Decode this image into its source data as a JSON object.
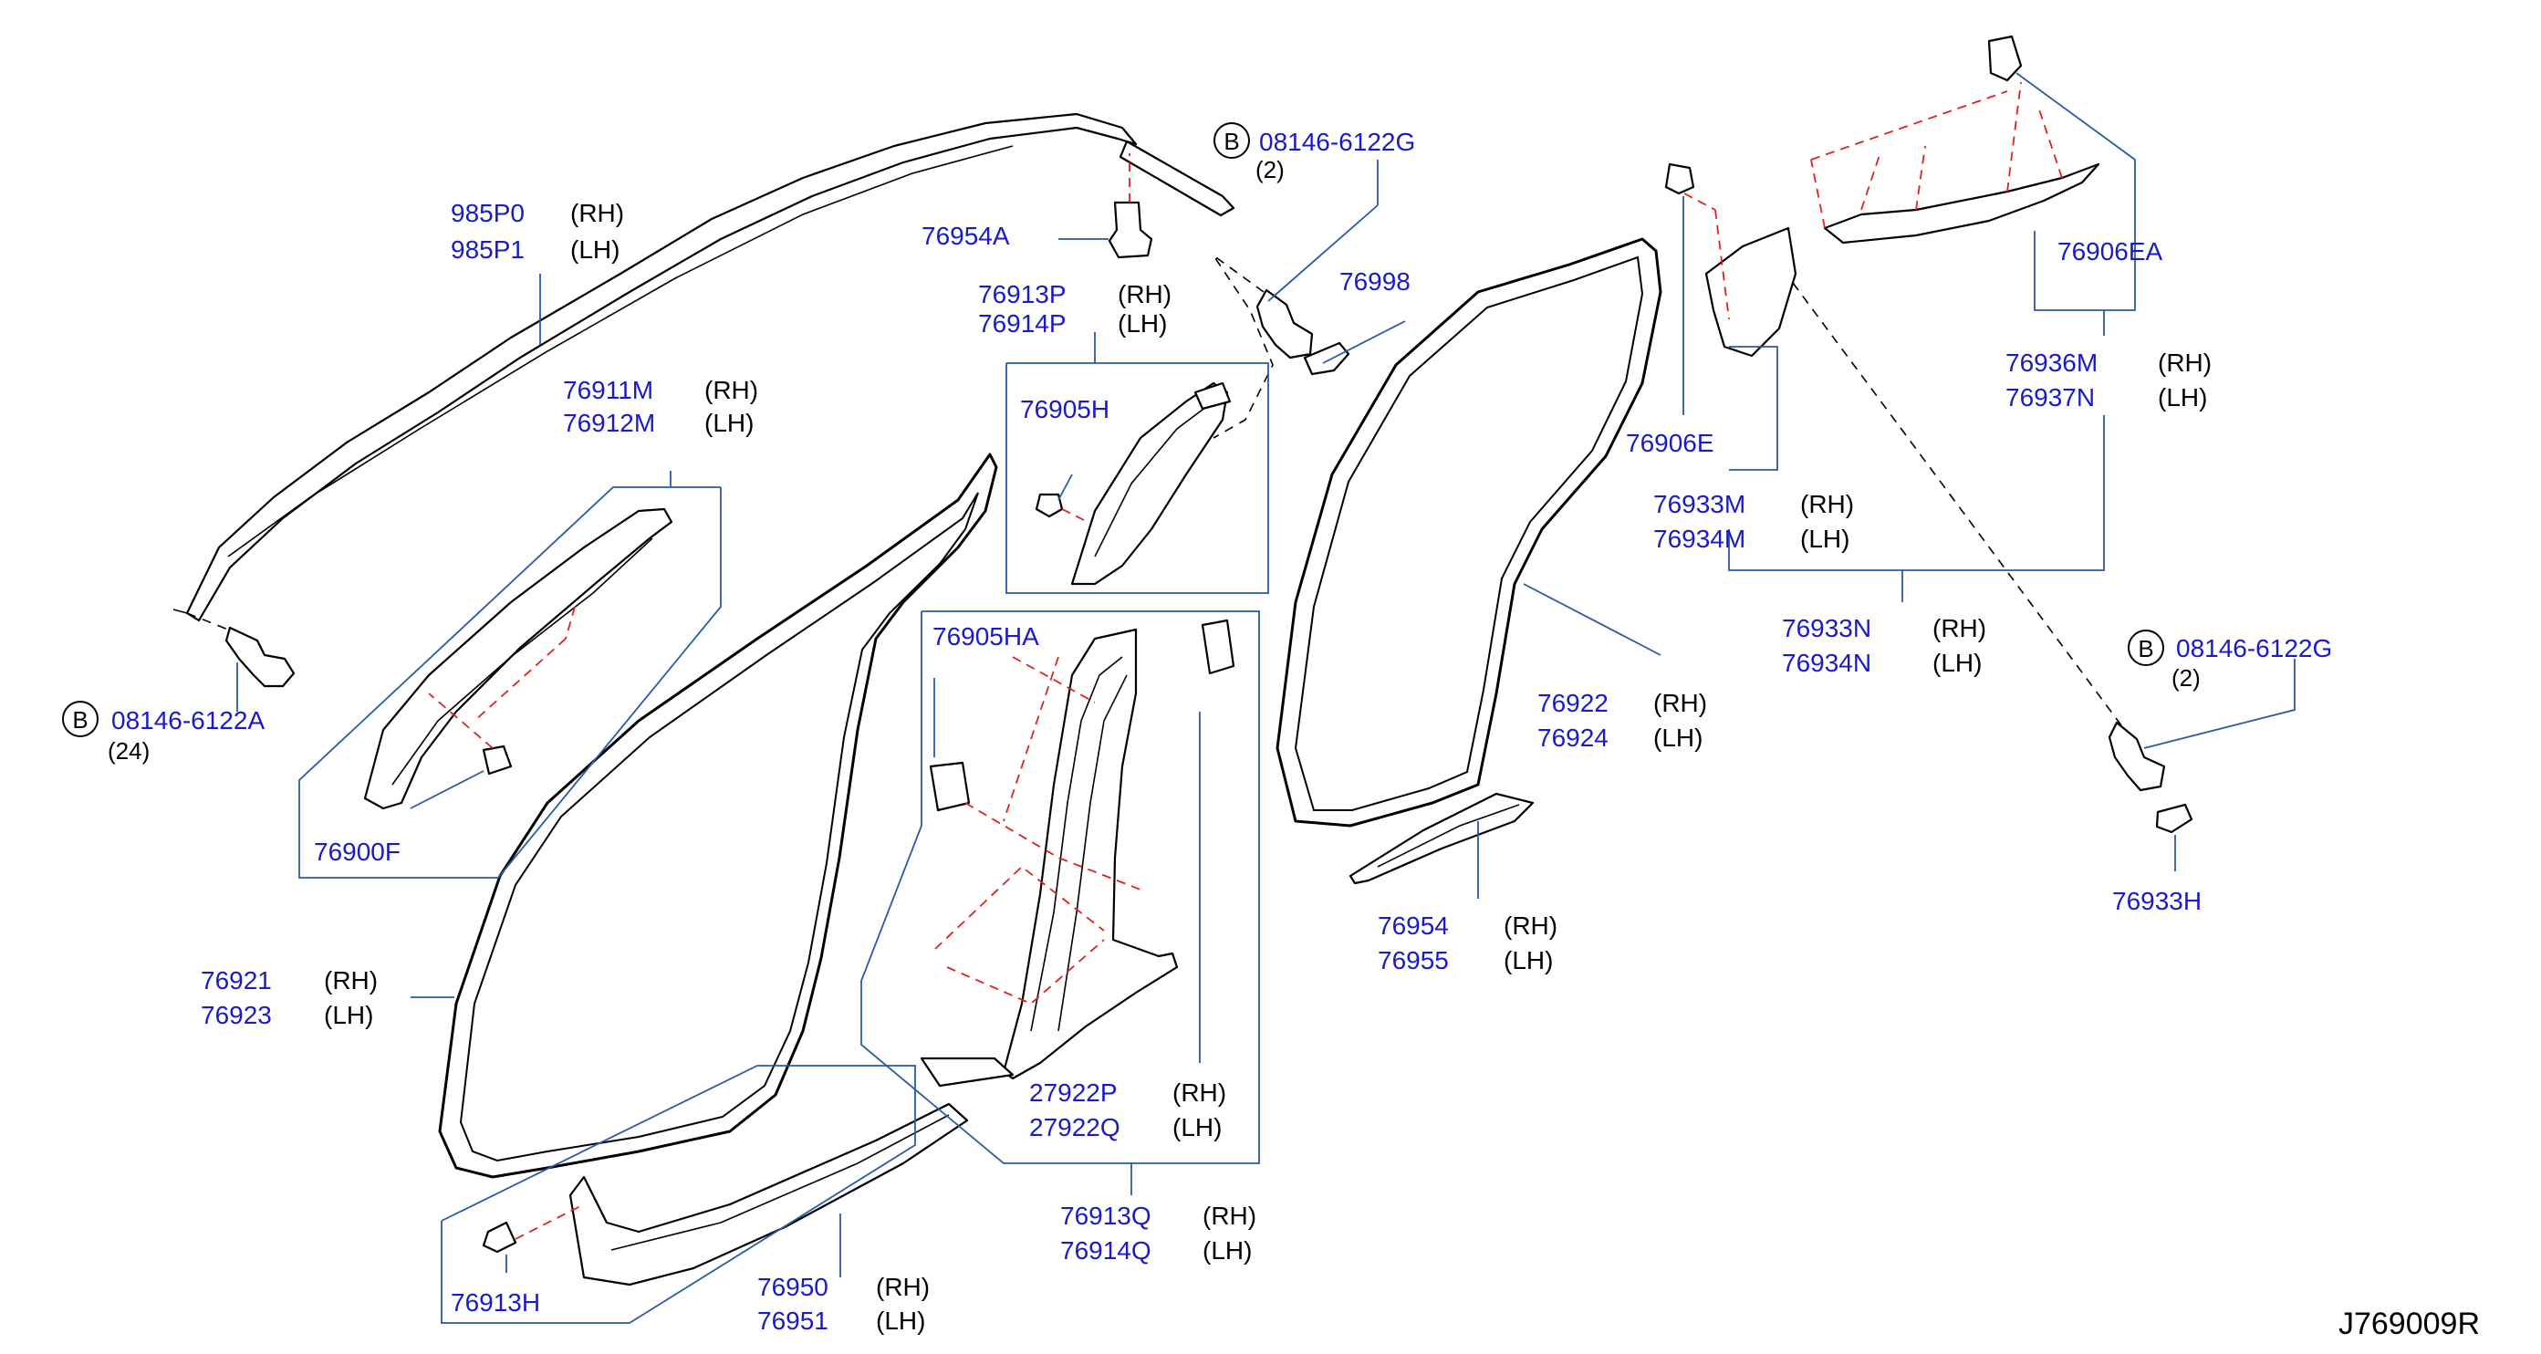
{
  "diagram_code": "J769009R",
  "side_labels": {
    "rh": "(RH)",
    "lh": "(LH)"
  },
  "bolt_marker": "B",
  "callouts": {
    "c985p": {
      "pn1": "985P0",
      "pn2": "985P1"
    },
    "c76954a": {
      "pn": "76954A"
    },
    "bolt_top": {
      "pn": "08146-6122G",
      "qty": "(2)"
    },
    "c76998": {
      "pn": "76998"
    },
    "c76913p": {
      "pn1": "76913P",
      "pn2": "76914P"
    },
    "c76905h": {
      "pn": "76905H"
    },
    "c76911m": {
      "pn1": "76911M",
      "pn2": "76912M"
    },
    "bolt_left": {
      "pn": "08146-6122A",
      "qty": "(24)"
    },
    "c76900f": {
      "pn": "76900F"
    },
    "c76905ha": {
      "pn": "76905HA"
    },
    "c76921": {
      "pn1": "76921",
      "pn2": "76923"
    },
    "c27922p": {
      "pn1": "27922P",
      "pn2": "27922Q"
    },
    "c76913q": {
      "pn1": "76913Q",
      "pn2": "76914Q"
    },
    "c76913h": {
      "pn": "76913H"
    },
    "c76950": {
      "pn1": "76950",
      "pn2": "76951"
    },
    "c76922": {
      "pn1": "76922",
      "pn2": "76924"
    },
    "c76954": {
      "pn1": "76954",
      "pn2": "76955"
    },
    "c76906e": {
      "pn": "76906E"
    },
    "c76933m": {
      "pn1": "76933M",
      "pn2": "76934M"
    },
    "c76933n": {
      "pn1": "76933N",
      "pn2": "76934N"
    },
    "c76906ea": {
      "pn": "76906EA"
    },
    "c76936m": {
      "pn1": "76936M",
      "pn2": "76937N"
    },
    "bolt_right": {
      "pn": "08146-6122G",
      "qty": "(2)"
    },
    "c76933h": {
      "pn": "76933H"
    }
  }
}
